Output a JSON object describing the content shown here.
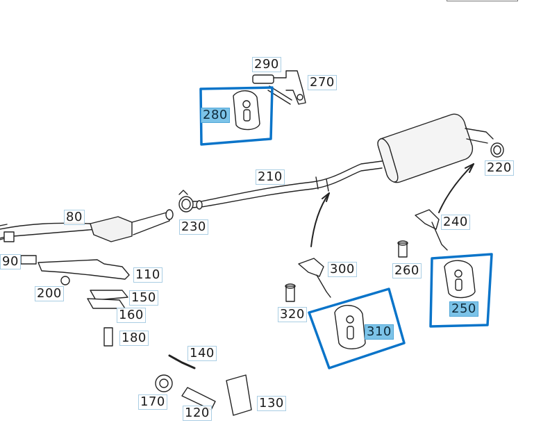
{
  "diagram": {
    "labels": {
      "p290": "290",
      "p270": "270",
      "p280": "280",
      "p210": "210",
      "p220": "220",
      "p80": "80",
      "p230": "230",
      "p240": "240",
      "p260": "260",
      "p250": "250",
      "p300": "300",
      "p310": "310",
      "p320": "320",
      "p90": "90",
      "p110": "110",
      "p200": "200",
      "p150": "150",
      "p160": "160",
      "p180": "180",
      "p140": "140",
      "p170": "170",
      "p120": "120",
      "p130": "130"
    },
    "highlighted": [
      "280",
      "310",
      "250"
    ],
    "colors": {
      "highlight_frame": "#0a74c9",
      "label_highlight": "#7cc3e8",
      "line": "#222222"
    }
  }
}
